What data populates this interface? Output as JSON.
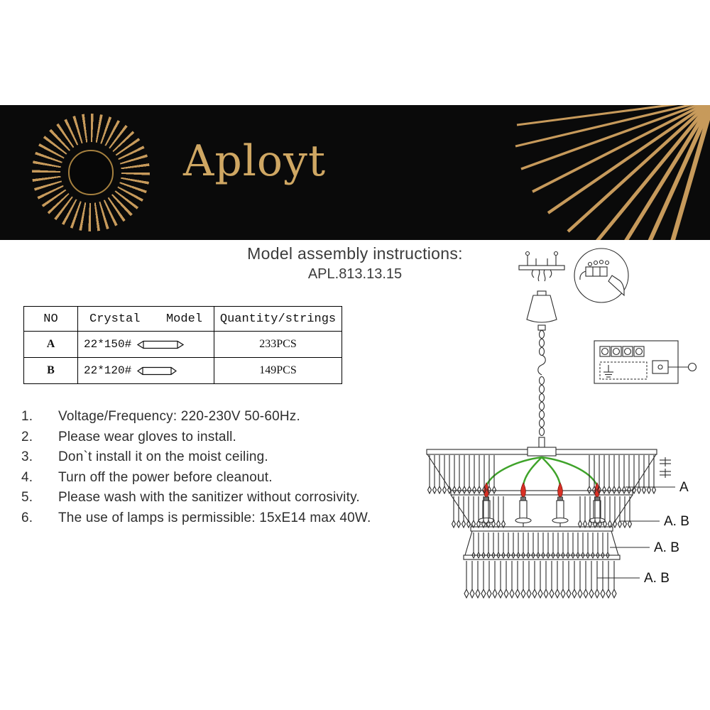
{
  "banner": {
    "brand": "Aployt",
    "colors": {
      "background": "#0a0a0a",
      "gold": "#c79a5b"
    }
  },
  "title": {
    "line1": "Model assembly instructions:",
    "line2": "APL.813.13.15"
  },
  "table": {
    "headers": {
      "no": "NO",
      "model_word1": "Crystal",
      "model_word2": "Model",
      "quantity": "Quantity/strings"
    },
    "rows": [
      {
        "no": "A",
        "model": "22*150#",
        "quantity": "233PCS"
      },
      {
        "no": "B",
        "model": "22*120#",
        "quantity": "149PCS"
      }
    ]
  },
  "instructions": {
    "items": [
      {
        "num": "1.",
        "text": "Voltage/Frequency: 220-230V 50-60Hz."
      },
      {
        "num": "2.",
        "text": "Please wear gloves to install."
      },
      {
        "num": "3.",
        "text": "Don`t install it on the moist ceiling."
      },
      {
        "num": "4.",
        "text": "Turn off the power before cleanout."
      },
      {
        "num": "5.",
        "text": "Please wash with the sanitizer without corrosivity."
      },
      {
        "num": "6.",
        "text": "The use of lamps is permissible: 15xE14 max 40W."
      }
    ]
  },
  "diagram": {
    "labels": [
      "A",
      "A. B",
      "A. B",
      "A. B"
    ],
    "colors": {
      "flame_red": "#d93025",
      "wire_green": "#3fa32a"
    }
  }
}
